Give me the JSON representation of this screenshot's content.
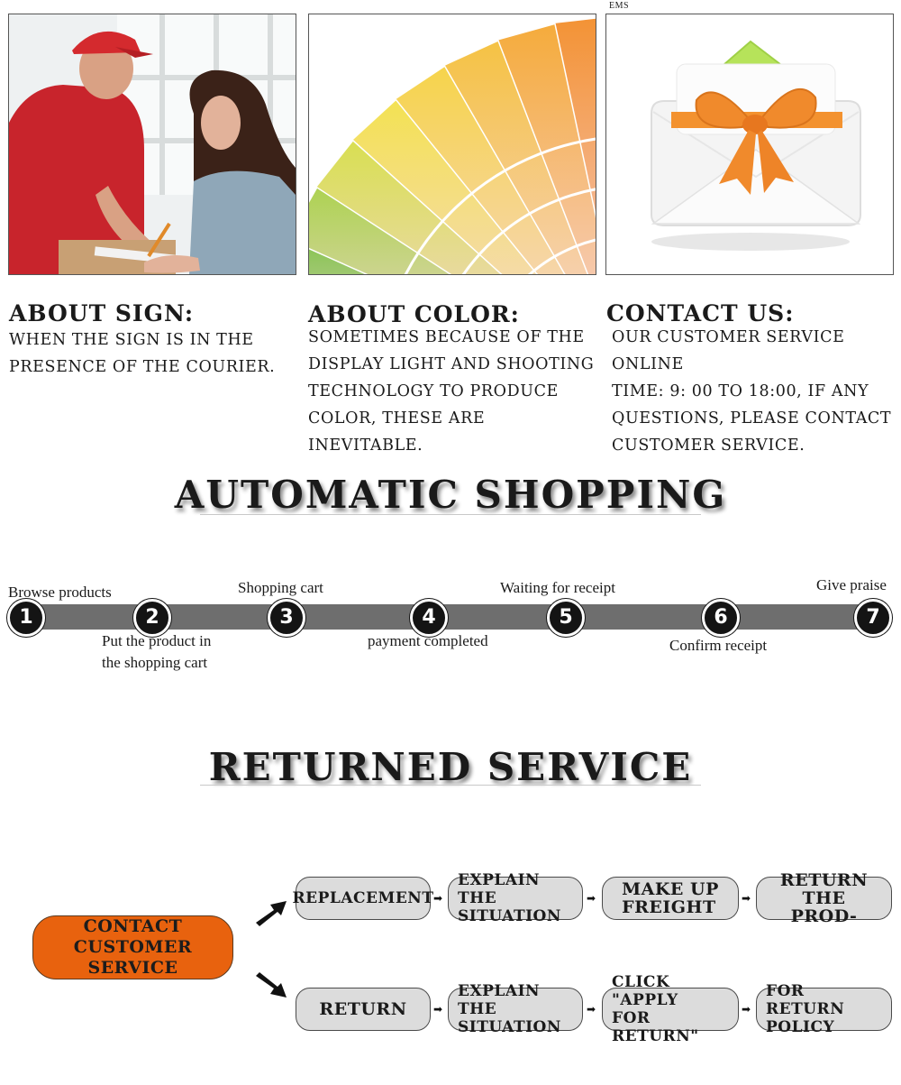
{
  "tiles": {
    "ems_label": "EMS"
  },
  "info": {
    "sign": {
      "heading": "ABOUT SIGN:",
      "lines": [
        "WHEN THE SIGN IS IN THE",
        "PRESENCE OF THE COURIER."
      ]
    },
    "color": {
      "heading": "ABOUT COLOR:",
      "lines": [
        "SOMETIMES BECAUSE OF THE",
        "DISPLAY LIGHT AND SHOOTING",
        "TECHNOLOGY TO PRODUCE",
        "COLOR, THESE ARE INEVITABLE."
      ]
    },
    "contact": {
      "heading": "CONTACT US:",
      "lines": [
        "OUR CUSTOMER SERVICE ONLINE",
        "TIME: 9: 00 TO 18:00, IF ANY",
        "QUESTIONS, PLEASE CONTACT",
        "CUSTOMER SERVICE."
      ]
    }
  },
  "shopping": {
    "title": "AUTOMATIC SHOPPING",
    "steps": [
      {
        "num": "1",
        "label": "Browse products"
      },
      {
        "num": "2",
        "label": "Put the product in",
        "label2": "the shopping cart"
      },
      {
        "num": "3",
        "label": "Shopping cart"
      },
      {
        "num": "4",
        "label": "payment completed"
      },
      {
        "num": "5",
        "label": "Waiting for receipt"
      },
      {
        "num": "6",
        "label": "Confirm receipt"
      },
      {
        "num": "7",
        "label": "Give praise"
      }
    ]
  },
  "returns": {
    "title": "RETURNED SERVICE",
    "contact_line1": "CONTACT",
    "contact_line2": "CUSTOMER SERVICE",
    "row1": [
      {
        "l1": "REPLACEMENT",
        "l2": ""
      },
      {
        "l1": "EXPLAIN THE",
        "l2": "SITUATION"
      },
      {
        "l1": "MAKE UP",
        "l2": "FREIGHT"
      },
      {
        "l1": "RETURN",
        "l2": "THE PROD-"
      }
    ],
    "row2": [
      {
        "l1": "RETURN",
        "l2": ""
      },
      {
        "l1": "EXPLAIN THE",
        "l2": "SITUATION"
      },
      {
        "l1": "CLICK \"APPLY",
        "l2": "FOR RETURN\""
      },
      {
        "l1": "FOR RETURN",
        "l2": "POLICY"
      }
    ]
  }
}
